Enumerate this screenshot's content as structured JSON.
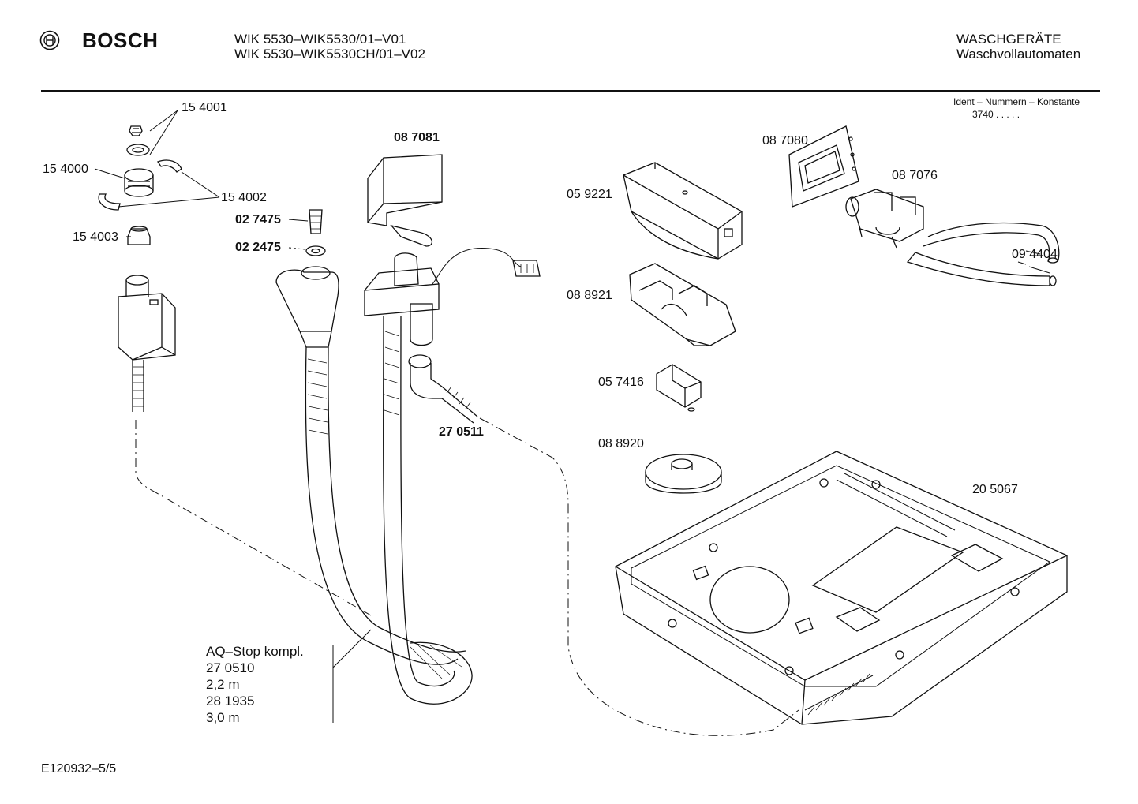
{
  "header": {
    "brand": "BOSCH",
    "model_line_1": "WIK 5530–WIK5530/01–V01",
    "model_line_2": "WIK 5530–WIK5530CH/01–V02",
    "category_line_1": "WASCHGERÄTE",
    "category_line_2": "Waschvollautomaten"
  },
  "ident": {
    "title": "Ident – Nummern – Konstante",
    "value": "3740  .  .  .  .  ."
  },
  "parts": {
    "p154001": "15 4001",
    "p154000": "15 4000",
    "p154002": "15 4002",
    "p154003": "15 4003",
    "p087081": "08 7081",
    "p027475": "02 7475",
    "p022475": "02 2475",
    "p270511": "27 0511",
    "p059221": "05 9221",
    "p088921": "08 8921",
    "p057416": "05 7416",
    "p088920": "08 8920",
    "p087080": "08 7080",
    "p087076": "08 7076",
    "p094404": "09 4404",
    "p205067": "20 5067"
  },
  "aq_stop": {
    "title": "AQ–Stop kompl.",
    "part1": "27 0510",
    "len1": "2,2 m",
    "part2": "28 1935",
    "len2": "3,0 m"
  },
  "footer": {
    "drawing_id": "E120932–5/5"
  }
}
